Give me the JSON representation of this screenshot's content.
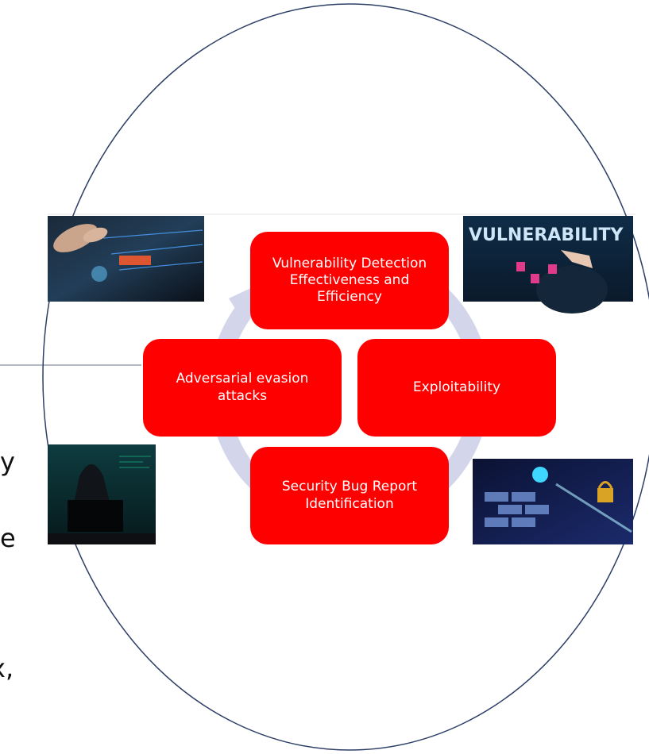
{
  "colors": {
    "accent": "#ff0000",
    "ring": "#d3d6eb",
    "circle_stroke": "#2d3f66",
    "divider": "#9aa3b4"
  },
  "diagram": {
    "nodes": {
      "top": "Vulnerability Detection\nEffectiveness and\nEfficiency",
      "left": "Adversarial evasion\nattacks",
      "right": "Exploitability",
      "bottom": "Security Bug Report\nIdentification"
    }
  },
  "images": {
    "top_left": {
      "icon": "touchscreen-attack-photo"
    },
    "top_right": {
      "icon": "vulnerability-banner-photo",
      "text": "VULNERABILITY"
    },
    "bottom_left": {
      "icon": "hooded-hacker-photo"
    },
    "bottom_right": {
      "icon": "firewall-breach-photo"
    }
  },
  "left_fragments": [
    "y",
    "e",
    "x,"
  ]
}
